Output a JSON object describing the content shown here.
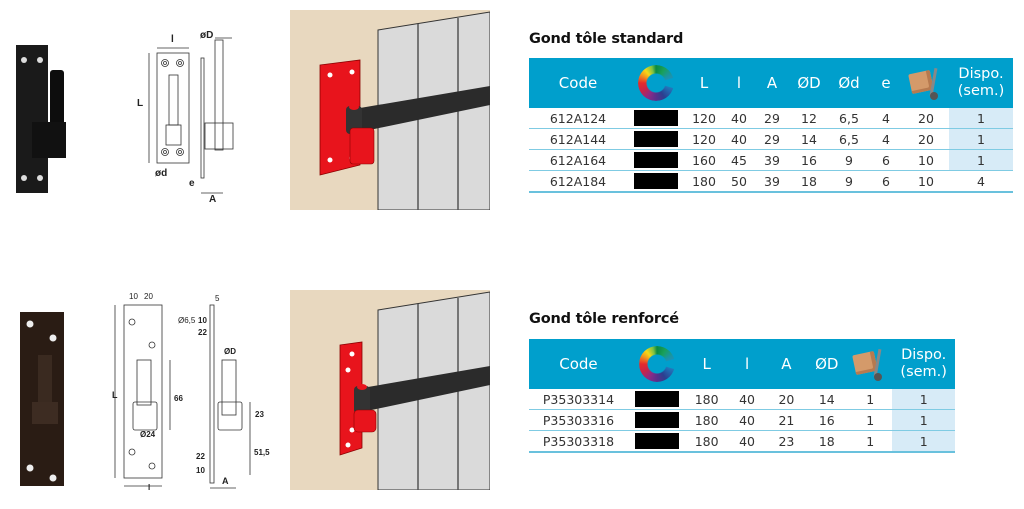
{
  "sections": [
    {
      "title": "Gond tôle standard",
      "headers": {
        "code": "Code",
        "color_icon": "color-wheel-icon",
        "L": "L",
        "l": "l",
        "A": "A",
        "OD": "ØD",
        "Od": "Ød",
        "e": "e",
        "stock_icon": "hand-truck-icon",
        "dispo_line1": "Dispo.",
        "dispo_line2": "(sem.)"
      },
      "rows": [
        {
          "code": "612A124",
          "color": "#000000",
          "L": "120",
          "l": "40",
          "A": "29",
          "OD": "12",
          "Od": "6,5",
          "e": "4",
          "stock": "20",
          "dispo": "1"
        },
        {
          "code": "612A144",
          "color": "#000000",
          "L": "120",
          "l": "40",
          "A": "29",
          "OD": "14",
          "Od": "6,5",
          "e": "4",
          "stock": "20",
          "dispo": "1"
        },
        {
          "code": "612A164",
          "color": "#000000",
          "L": "160",
          "l": "45",
          "A": "39",
          "OD": "16",
          "Od": "9",
          "e": "6",
          "stock": "10",
          "dispo": "1"
        },
        {
          "code": "612A184",
          "color": "#000000",
          "L": "180",
          "l": "50",
          "A": "39",
          "OD": "18",
          "Od": "9",
          "e": "6",
          "stock": "10",
          "dispo": "4"
        }
      ],
      "drawing_labels": {
        "l": "l",
        "OD": "øD",
        "L": "L",
        "Od": "ød",
        "e": "e",
        "A": "A"
      }
    },
    {
      "title": "Gond tôle renforcé",
      "headers": {
        "code": "Code",
        "color_icon": "color-wheel-icon",
        "L": "L",
        "l": "l",
        "A": "A",
        "OD": "ØD",
        "stock_icon": "hand-truck-icon",
        "dispo_line1": "Dispo.",
        "dispo_line2": "(sem.)"
      },
      "rows": [
        {
          "code": "P35303314",
          "color": "#000000",
          "L": "180",
          "l": "40",
          "A": "20",
          "OD": "14",
          "stock": "1",
          "dispo": "1"
        },
        {
          "code": "P35303316",
          "color": "#000000",
          "L": "180",
          "l": "40",
          "A": "21",
          "OD": "16",
          "stock": "1",
          "dispo": "1"
        },
        {
          "code": "P35303318",
          "color": "#000000",
          "L": "180",
          "l": "40",
          "A": "23",
          "OD": "18",
          "stock": "1",
          "dispo": "1"
        }
      ],
      "drawing_labels": {
        "d10a": "10",
        "d20": "20",
        "hole": "Ø6,5",
        "L": "L",
        "d66": "66",
        "d24": "Ø24",
        "l": "l",
        "d5": "5",
        "d10b": "10",
        "d22a": "22",
        "OD": "ØD",
        "d23": "23",
        "d515": "51,5",
        "d22b": "22",
        "d10c": "10",
        "A": "A"
      }
    }
  ],
  "colors": {
    "header_bg": "#009fcc",
    "dispo_bg": "#d7ebf7",
    "row_line": "#7fcbe3",
    "hinge_red": "#e8141c",
    "wall": "#e8d8bf",
    "door": "#dadada"
  }
}
